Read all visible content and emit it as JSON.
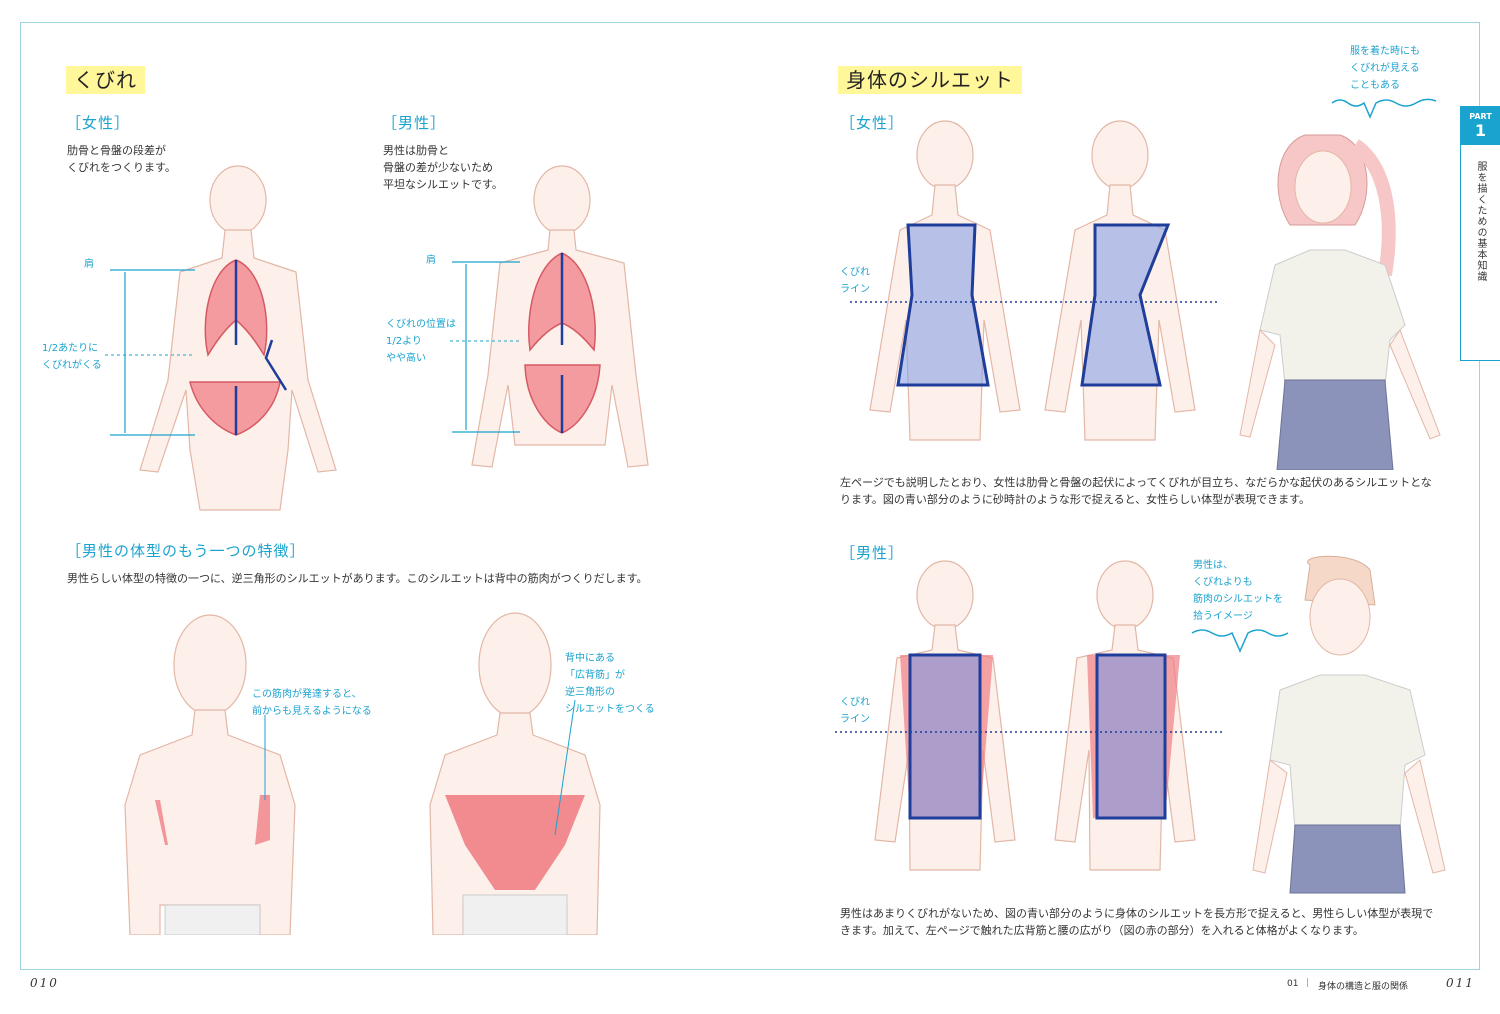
{
  "left": {
    "heading": "くびれ",
    "female": {
      "title": "［女性］",
      "text_lines": [
        "肋骨と骨盤の段差が",
        "くびれをつくります。"
      ],
      "label_shoulder": "肩",
      "label_half": [
        "1/2あたりに",
        "くびれがくる"
      ]
    },
    "male": {
      "title": "［男性］",
      "text_lines": [
        "男性は肋骨と",
        "骨盤の差が少ないため",
        "平坦なシルエットです。"
      ],
      "label_shoulder": "肩",
      "label_waist": [
        "くびれの位置は",
        "1/2より",
        "やや高い"
      ]
    },
    "male_feature": {
      "title": "［男性の体型のもう一つの特徴］",
      "text": "男性らしい体型の特徴の一つに、逆三角形のシルエットがあります。このシルエットは背中の筋肉がつくりだします。",
      "front_note": [
        "この筋肉が発達すると、",
        "前からも見えるようになる"
      ],
      "back_note": [
        "背中にある",
        "「広背筋」が",
        "逆三角形の",
        "シルエットをつくる"
      ]
    },
    "page_number": "010"
  },
  "right": {
    "heading": "身体のシルエット",
    "clothes_note": [
      "服を着た時にも",
      "くびれが見える",
      "こともある"
    ],
    "female": {
      "title": "［女性］",
      "waist_label": [
        "くびれ",
        "ライン"
      ],
      "text_lines": [
        "左ページでも説明したとおり、女性は肋骨と骨盤の起伏によってくびれが目立ち、なだらかな起伏のあるシルエットとな",
        "ります。図の青い部分のように砂時計のような形で捉えると、女性らしい体型が表現できます。"
      ]
    },
    "male": {
      "title": "［男性］",
      "waist_label": [
        "くびれ",
        "ライン"
      ],
      "note": [
        "男性は、",
        "くびれよりも",
        "筋肉のシルエットを",
        "拾うイメージ"
      ],
      "text_lines": [
        "男性はあまりくびれがないため、図の青い部分のように身体のシルエットを長方形で捉えると、男性らしい体型が表現で",
        "きます。加えて、左ページで触れた広背筋と腰の広がり（図の赤の部分）を入れると体格がよくなります。"
      ]
    },
    "footer_chapter": "01",
    "footer_title": "身体の構造と服の関係",
    "page_number": "011"
  },
  "tab": {
    "part_label": "PART",
    "part_number": "1",
    "vertical_text": "服を描くための基本知識"
  },
  "colors": {
    "accent_blue": "#1aa3cf",
    "highlight_yellow": "#fff79a",
    "organ_red": "#ef7f86",
    "silhouette_blue": "#7d9be6",
    "outline_navy": "#1f3d9a"
  }
}
